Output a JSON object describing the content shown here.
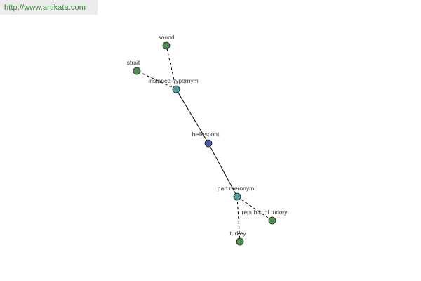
{
  "watermark": {
    "text": "http://www.artikata.com"
  },
  "colors": {
    "edge": "#000000",
    "center_node": "#4a5aa6",
    "relation_node": "#4d9c9c",
    "leaf_node": "#4e8e4e",
    "node_stroke": "#222222"
  },
  "graph": {
    "nodes": [
      {
        "id": "hellespont",
        "label": "hellespont",
        "kind": "center"
      },
      {
        "id": "instance_hypernym",
        "label": "instance hypernym",
        "kind": "relation"
      },
      {
        "id": "part_meronym",
        "label": "part meronym",
        "kind": "relation"
      },
      {
        "id": "sound",
        "label": "sound",
        "kind": "leaf"
      },
      {
        "id": "strait",
        "label": "strait",
        "kind": "leaf"
      },
      {
        "id": "republic_of_turkey",
        "label": "republic of turkey",
        "kind": "leaf"
      },
      {
        "id": "turkey",
        "label": "turkey",
        "kind": "leaf"
      }
    ],
    "edges": [
      {
        "from": "hellespont",
        "to": "instance_hypernym",
        "style": "solid"
      },
      {
        "from": "hellespont",
        "to": "part_meronym",
        "style": "solid"
      },
      {
        "from": "instance_hypernym",
        "to": "sound",
        "style": "dashed"
      },
      {
        "from": "instance_hypernym",
        "to": "strait",
        "style": "dashed"
      },
      {
        "from": "part_meronym",
        "to": "republic_of_turkey",
        "style": "dashed"
      },
      {
        "from": "part_meronym",
        "to": "turkey",
        "style": "dashed"
      }
    ]
  }
}
